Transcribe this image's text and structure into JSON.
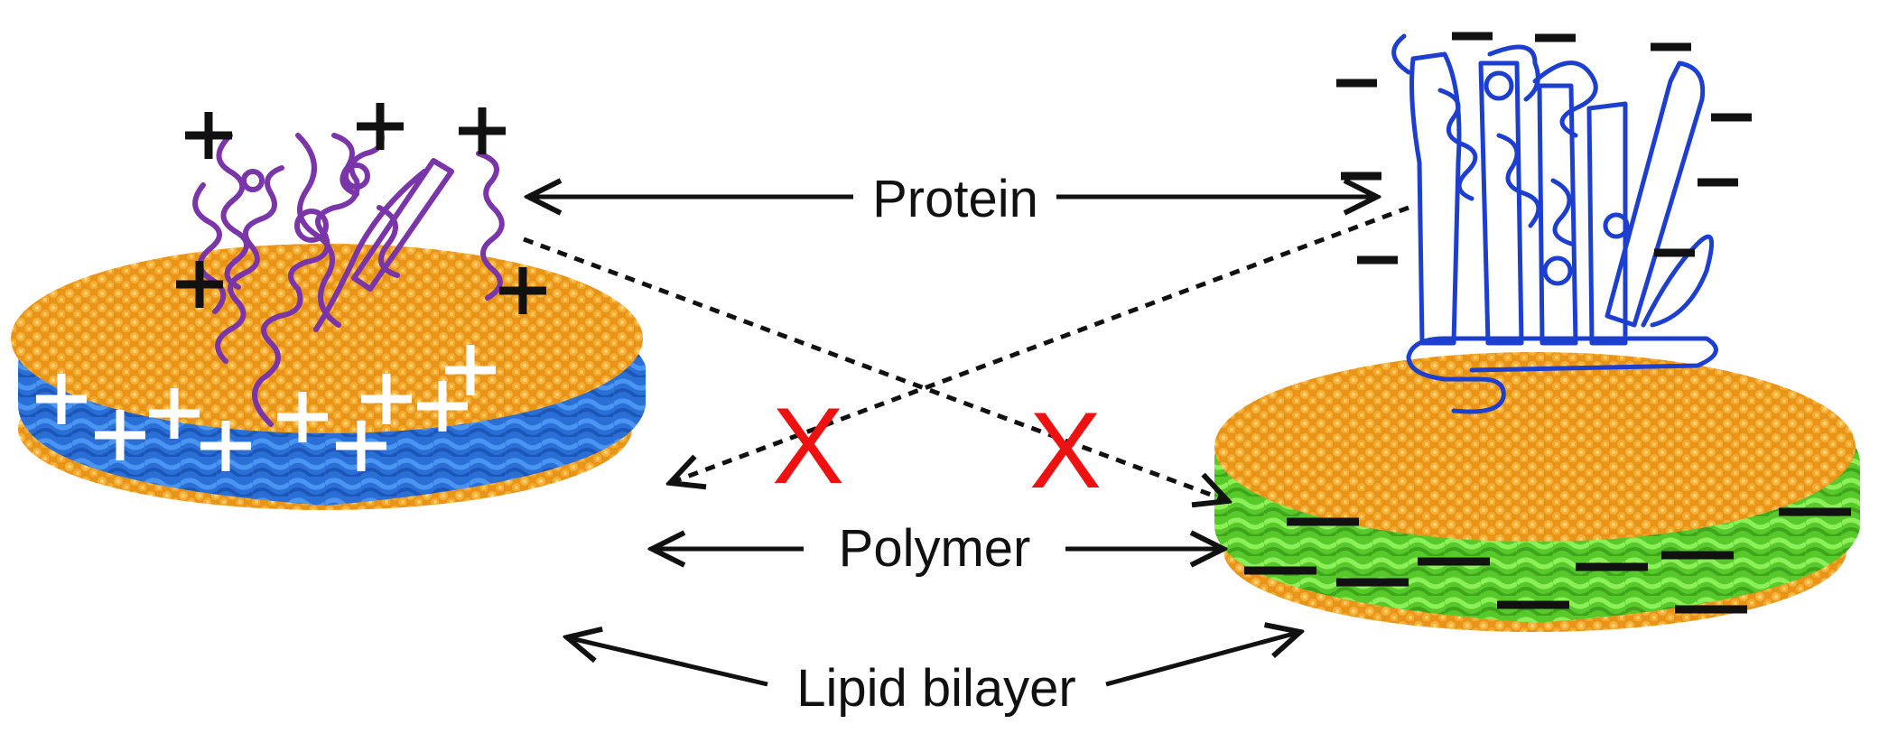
{
  "labels": {
    "protein": "Protein",
    "polymer": "Polymer",
    "lipid_bilayer": "Lipid bilayer"
  },
  "marks": {
    "blocked": "X",
    "positive": "+",
    "negative": "−"
  },
  "colors": {
    "lipid_head": "#f0a020",
    "positive_polymer": "#2e7de0",
    "negative_polymer": "#6ae23a",
    "positive_protein": "#7a35a8",
    "negative_protein": "#1d3fcf",
    "blocked_mark": "#ee1111",
    "arrow": "#111111"
  }
}
